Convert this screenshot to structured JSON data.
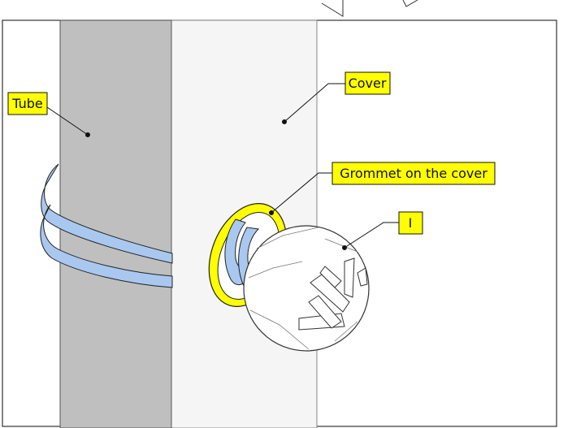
{
  "labels": {
    "tube": "Tube",
    "cover": "Cover",
    "grommet": "Grommet on the cover",
    "item": "I"
  },
  "colors": {
    "label_fill": "#ffff00",
    "tube_fill": "#bfbfbf",
    "cover_fill": "#f5f5f5",
    "wire_fill": "#a9c8ef",
    "grommet_fill": "#ffff00",
    "outline": "#222222"
  }
}
